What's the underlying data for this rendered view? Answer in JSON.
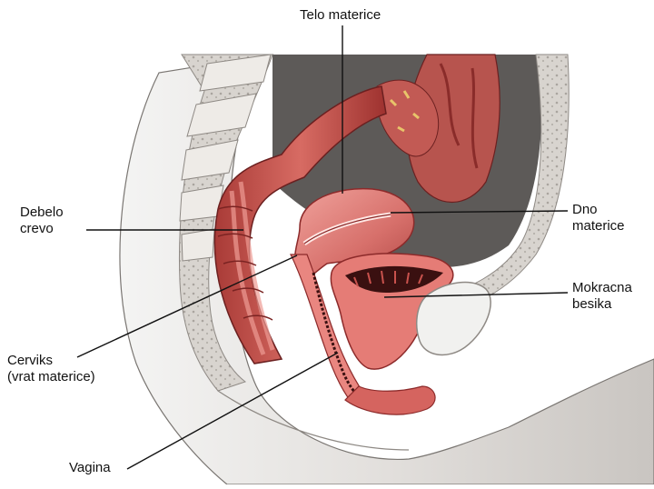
{
  "labels": {
    "telo_materice": "Telo materice",
    "dno_materice": [
      "Dno",
      "materice"
    ],
    "debelo_crevo": [
      "Debelo",
      "crevo"
    ],
    "mokracna_besika": [
      "Mokracna",
      "besika"
    ],
    "cerviks": [
      "Cerviks",
      "(vrat materice)"
    ],
    "vagina": "Vagina"
  },
  "colors": {
    "tissue": "#e6e3e0",
    "tissue_dark": "#bdb8b3",
    "organ_red": "#d8746f",
    "organ_light": "#ef9f9a",
    "organ_dark": "#8c2a2a",
    "lumen_dark": "#3a1010",
    "background_dark": "#5d5a58",
    "bladder_white": "#f1f1ef"
  }
}
